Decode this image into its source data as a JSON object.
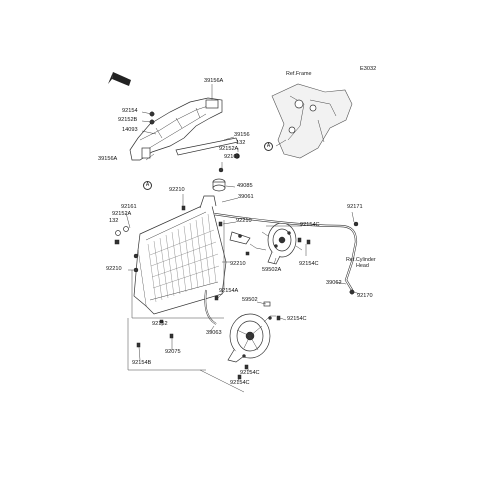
{
  "diagram_code": "E3032",
  "refs": {
    "frame": "Ref.Frame",
    "cylinder_head_1": "Ref.Cylinder",
    "cylinder_head_2": "Head"
  },
  "callout_letter": "A",
  "front_badge": "FRONT",
  "parts": {
    "p39156A": "39156A",
    "p92154": "92154",
    "p92152B": "92152B",
    "p14093": "14093",
    "p39156": "39156",
    "p132_top": "132",
    "p92152A_top": "92152A",
    "p92161_top": "92161",
    "p39156A_left": "39156A",
    "p49085": "49085",
    "p92210_top": "92210",
    "p39061": "39061",
    "p92161_left": "92161",
    "p92152A_left": "92152A",
    "p132_left": "132",
    "p92210_mid": "92210",
    "p92154C_a": "92154C",
    "p92171": "92171",
    "p92210_left": "92210",
    "p92210_low": "92210",
    "p59502A": "59502A",
    "p92154C_b": "92154C",
    "p39062": "39062",
    "p92170": "92170",
    "p92154A": "92154A",
    "p59502": "59502",
    "p92154C_c": "92154C",
    "p92152": "92152",
    "p39063": "39063",
    "p92075": "92075",
    "p92154B": "92154B",
    "p92154C_d": "92154C",
    "p92154C_e": "92154C"
  }
}
